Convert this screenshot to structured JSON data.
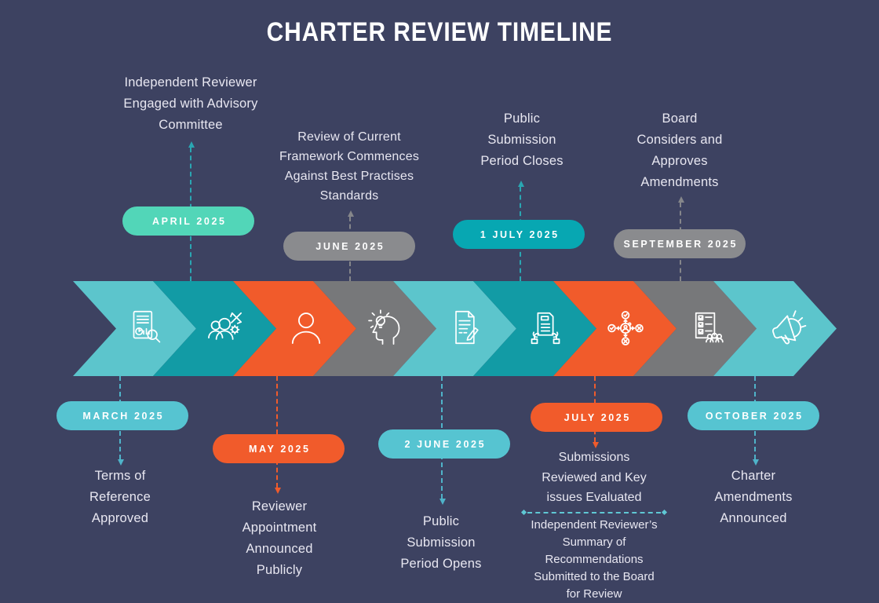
{
  "title": "CHARTER REVIEW TIMELINE",
  "colors": {
    "background": "#3d4261",
    "segment_light_teal": "#5cc5cc",
    "segment_dark_teal": "#129ba5",
    "segment_orange": "#f15b2b",
    "segment_gray": "#77787a",
    "pill_mint": "#52d6b8",
    "pill_teal": "#07a7b2",
    "pill_light_blue": "#56c4d1",
    "pill_orange": "#f15b2b",
    "pill_gray": "#8a8b8e",
    "text": "#e8e7f1"
  },
  "milestones": [
    {
      "date": "MARCH 2025",
      "side": "bottom",
      "icon": "report-magnifier-icon",
      "pill_color": "#56c4d1",
      "description": "Terms of\nReference\nApproved"
    },
    {
      "date": "APRIL 2025",
      "side": "top",
      "icon": "team-tools-icon",
      "pill_color": "#52d6b8",
      "description": "Independent Reviewer\nEngaged with Advisory\nCommittee"
    },
    {
      "date": "MAY 2025",
      "side": "bottom",
      "icon": "person-icon",
      "pill_color": "#f15b2b",
      "description": "Reviewer\nAppointment\nAnnounced\nPublicly"
    },
    {
      "date": "JUNE 2025",
      "side": "top",
      "icon": "head-idea-icon",
      "pill_color": "#8a8b8e",
      "description": "Review of Current\nFramework Commences\nAgainst Best Practises\nStandards"
    },
    {
      "date": "2 JUNE 2025",
      "side": "bottom",
      "icon": "document-pencil-icon",
      "pill_color": "#56c4d1",
      "description": "Public\nSubmission\nPeriod Opens"
    },
    {
      "date": "1 JULY 2025",
      "side": "top",
      "icon": "hands-document-icon",
      "pill_color": "#07a7b2",
      "description": "Public\nSubmission\nPeriod Closes"
    },
    {
      "date": "JULY 2025",
      "side": "bottom",
      "icon": "decision-network-icon",
      "pill_color": "#f15b2b",
      "description": "Submissions\nReviewed and Key\nissues Evaluated",
      "description2": "Independent Reviewer’s\nSummary of\nRecommendations\nSubmitted to the Board\nfor Review"
    },
    {
      "date": "SEPTEMBER 2025",
      "side": "top",
      "icon": "checklist-people-icon",
      "pill_color": "#8a8b8e",
      "description": "Board\nConsiders and\nApproves\nAmendments"
    },
    {
      "date": "OCTOBER 2025",
      "side": "bottom",
      "icon": "megaphone-icon",
      "pill_color": "#56c4d1",
      "description": "Charter\nAmendments\nAnnounced"
    }
  ]
}
